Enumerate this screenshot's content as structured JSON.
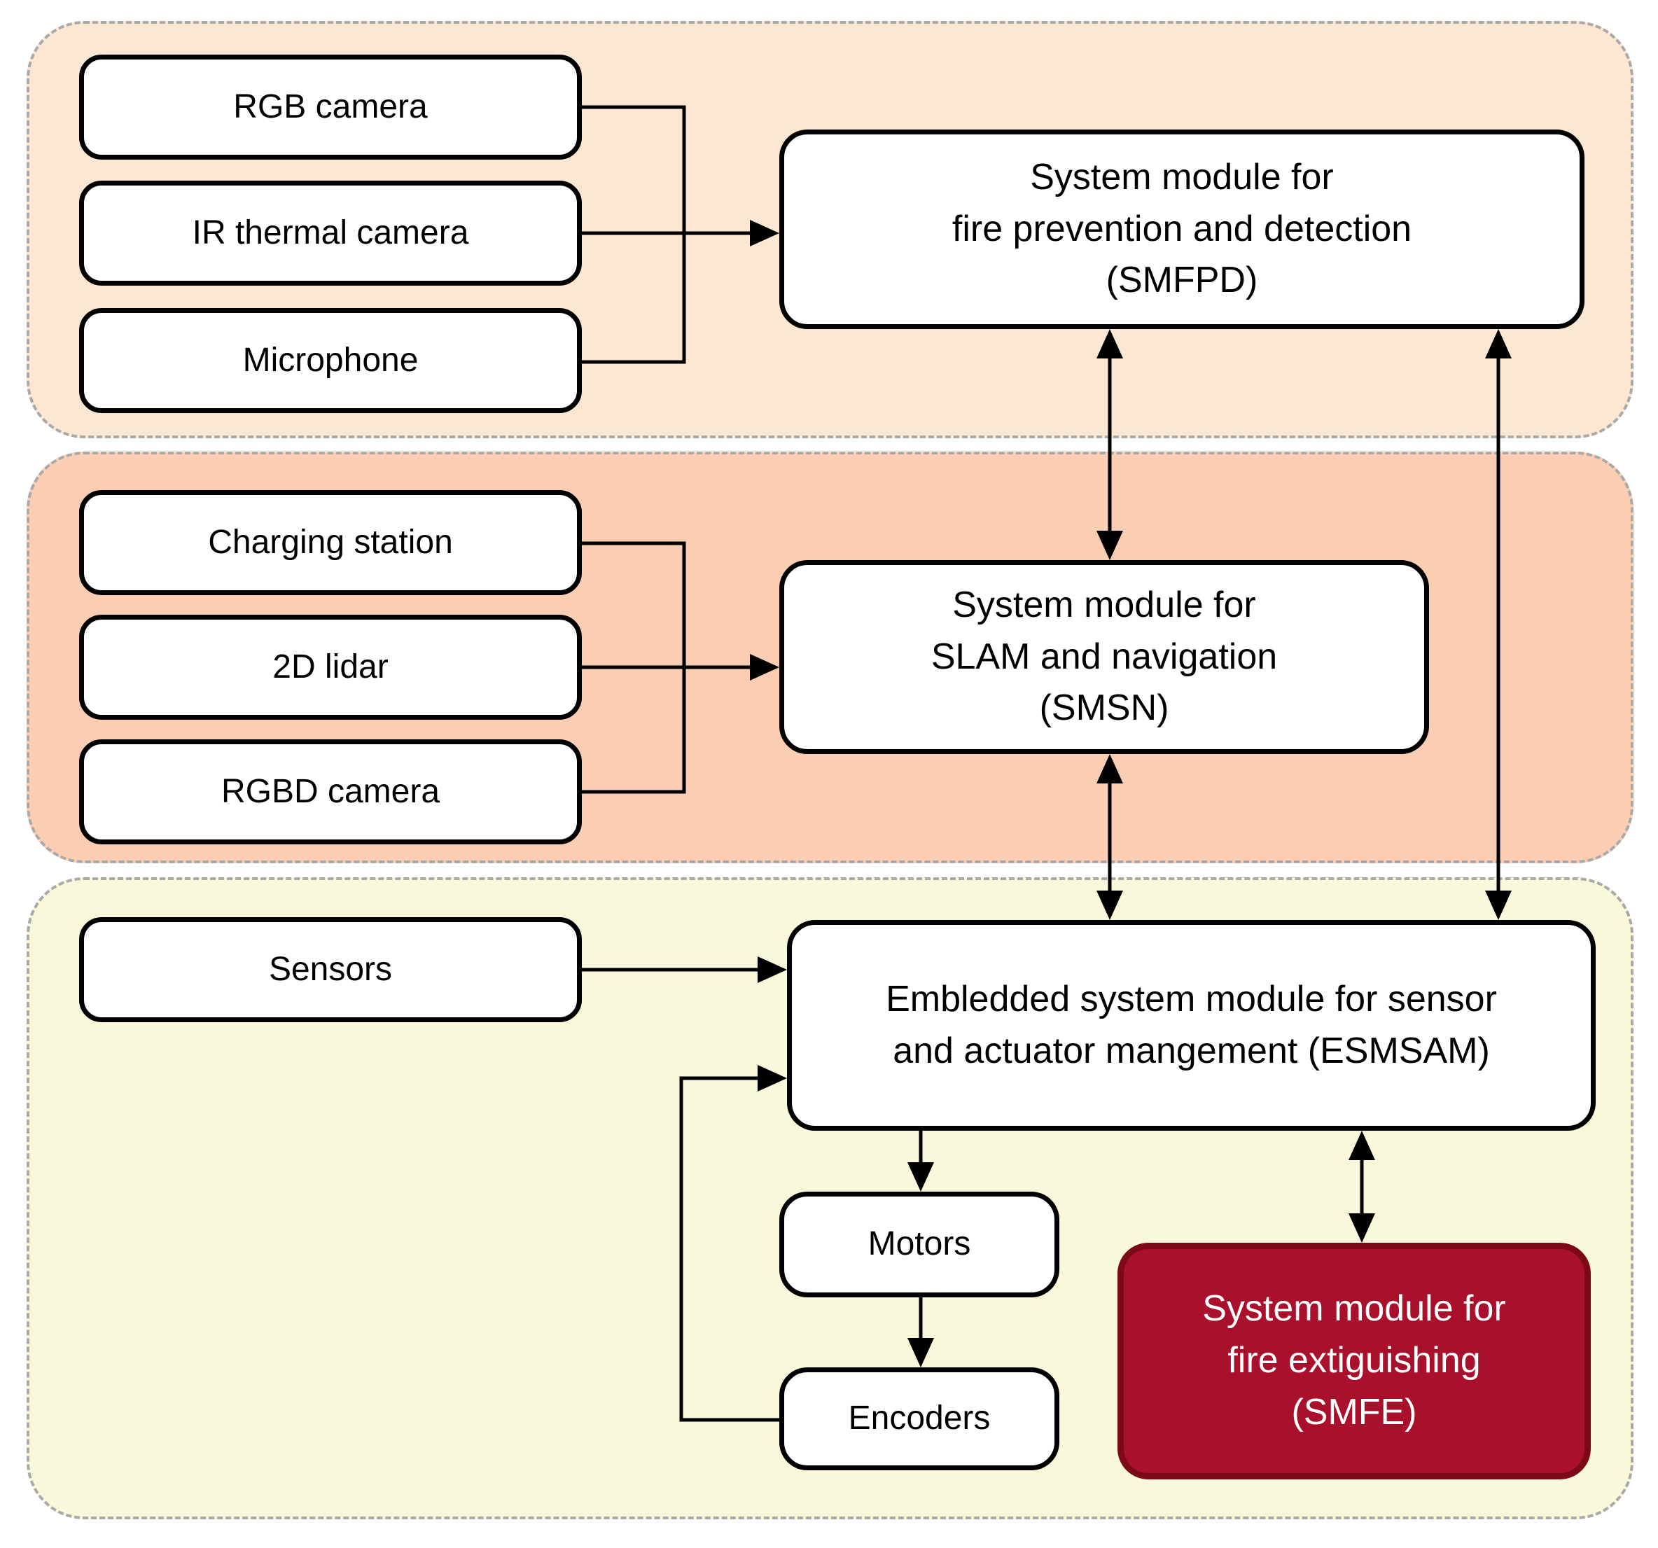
{
  "diagram": {
    "type": "system-architecture-block-diagram"
  },
  "colors": {
    "fire_detection_group_bg": "#fce8d2",
    "slam_navigation_group_bg": "#fbceb3",
    "embedded_group_bg": "#f9f8da",
    "group_dashed_border": "#a9a9a9",
    "module_box_bg": "#ffffff",
    "module_box_border": "#000000",
    "connector_color": "#000000",
    "smfe_box_bg": "#a8102c",
    "smfe_box_border": "#7b0a16",
    "smfe_text_color": "#ffffff"
  },
  "group_fire_detection": {
    "inputs": [
      "RGB camera",
      "IR thermal camera",
      "Microphone"
    ],
    "module": {
      "lines": [
        "System module for",
        "fire prevention and detection",
        "(SMFPD)"
      ]
    }
  },
  "group_slam_navigation": {
    "inputs": [
      "Charging station",
      "2D lidar",
      "RGBD camera"
    ],
    "module": {
      "lines": [
        "System module for",
        "SLAM and navigation",
        "(SMSN)"
      ]
    }
  },
  "group_embedded": {
    "inputs": [
      "Sensors"
    ],
    "module": {
      "lines": [
        "Embledded system module for sensor",
        "and actuator mangement (ESMSAM)"
      ]
    },
    "actuators": [
      "Motors",
      "Encoders"
    ],
    "fire_extinguishing_module": {
      "lines": [
        "System module for",
        "fire extiguishing",
        "(SMFE)"
      ]
    }
  }
}
